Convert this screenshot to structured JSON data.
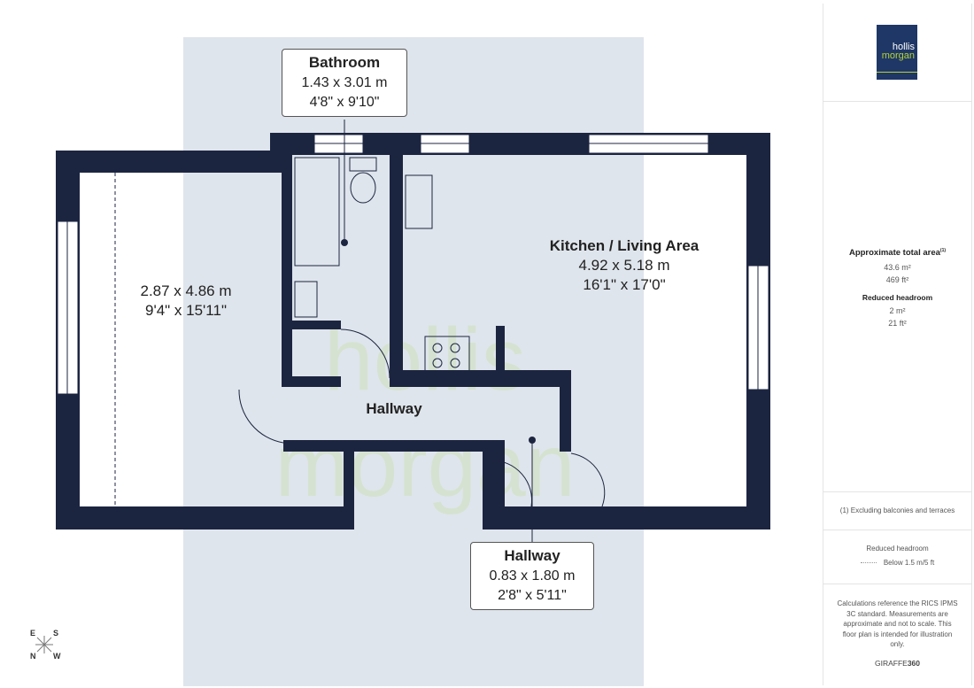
{
  "brand": {
    "logo_line1": "hollis",
    "logo_line2": "morgan",
    "watermark_line1": "hollis",
    "watermark_line2": "morgan",
    "colors": {
      "wall": "#1c2540",
      "band": "#dfe5ec",
      "logo_bg": "#1f3766",
      "logo_accent": "#b5d334"
    }
  },
  "rooms": {
    "bathroom": {
      "name": "Bathroom",
      "metric": "1.43 x 3.01 m",
      "imperial": "4'8\" x 9'10\""
    },
    "kitchen": {
      "name": "Kitchen / Living Area",
      "metric": "4.92 x 5.18 m",
      "imperial": "16'1\" x 17'0\""
    },
    "bedroom": {
      "metric": "2.87 x 4.86 m",
      "imperial": "9'4\" x 15'11\""
    },
    "hallway_main": {
      "name": "Hallway"
    },
    "hallway_small": {
      "name": "Hallway",
      "metric": "0.83 x 1.80 m",
      "imperial": "2'8\" x 5'11\""
    }
  },
  "compass": {
    "e": "E",
    "s": "S",
    "n": "N",
    "w": "W"
  },
  "sidebar": {
    "total_area_title": "Approximate total area",
    "total_area_note": "(1)",
    "total_m2": "43.6 m²",
    "total_ft2": "469 ft²",
    "reduced_title": "Reduced headroom",
    "reduced_m2": "2 m²",
    "reduced_ft2": "21 ft²",
    "footnote": "(1) Excluding balconies and terraces",
    "legend_title": "Reduced headroom",
    "legend_item": "Below 1.5 m/5 ft",
    "disclaimer": "Calculations reference the RICS IPMS 3C standard. Measurements are approximate and not to scale. This floor plan is intended for illustration only.",
    "credit_a": "GIRAFFE",
    "credit_b": "360"
  }
}
